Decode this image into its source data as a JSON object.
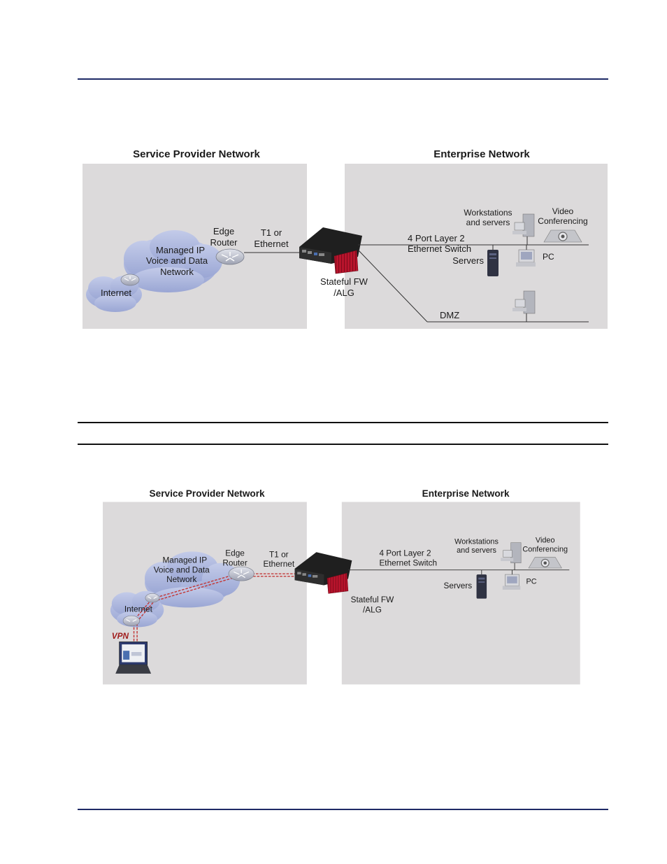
{
  "diagram1": {
    "left_title": "Service Provider Network",
    "right_title": "Enterprise Network",
    "internet": "Internet",
    "managed_ip": [
      "Managed IP",
      "Voice and Data",
      "Network"
    ],
    "edge_router": [
      "Edge",
      "Router"
    ],
    "link": [
      "T1 or",
      "Ethernet"
    ],
    "firewall": [
      "Stateful FW",
      "/ALG"
    ],
    "switch": [
      "4 Port Layer 2",
      "Ethernet Switch"
    ],
    "workstations": [
      "Workstations",
      "and servers"
    ],
    "video": [
      "Video",
      "Conferencing"
    ],
    "servers": "Servers",
    "pc": "PC",
    "dmz": "DMZ"
  },
  "diagram2": {
    "left_title": "Service Provider Network",
    "right_title": "Enterprise Network",
    "internet": "Internet",
    "vpn": "VPN",
    "managed_ip": [
      "Managed IP",
      "Voice and Data",
      "Network"
    ],
    "edge_router": [
      "Edge",
      "Router"
    ],
    "link": [
      "T1 or",
      "Ethernet"
    ],
    "firewall": [
      "Stateful FW",
      "/ALG"
    ],
    "switch": [
      "4 Port Layer 2",
      "Ethernet Switch"
    ],
    "workstations": [
      "Workstations",
      "and servers"
    ],
    "video": [
      "Video",
      "Conferencing"
    ],
    "servers": "Servers",
    "pc": "PC"
  },
  "colors": {
    "panel": "#dcdadb",
    "cloud": "#aab4dc",
    "router": "#b9bcc8",
    "firewall": "#b8142c",
    "device": "#262626",
    "vpn_line": "#c23a3a",
    "rule_blue": "#1e2a66"
  }
}
